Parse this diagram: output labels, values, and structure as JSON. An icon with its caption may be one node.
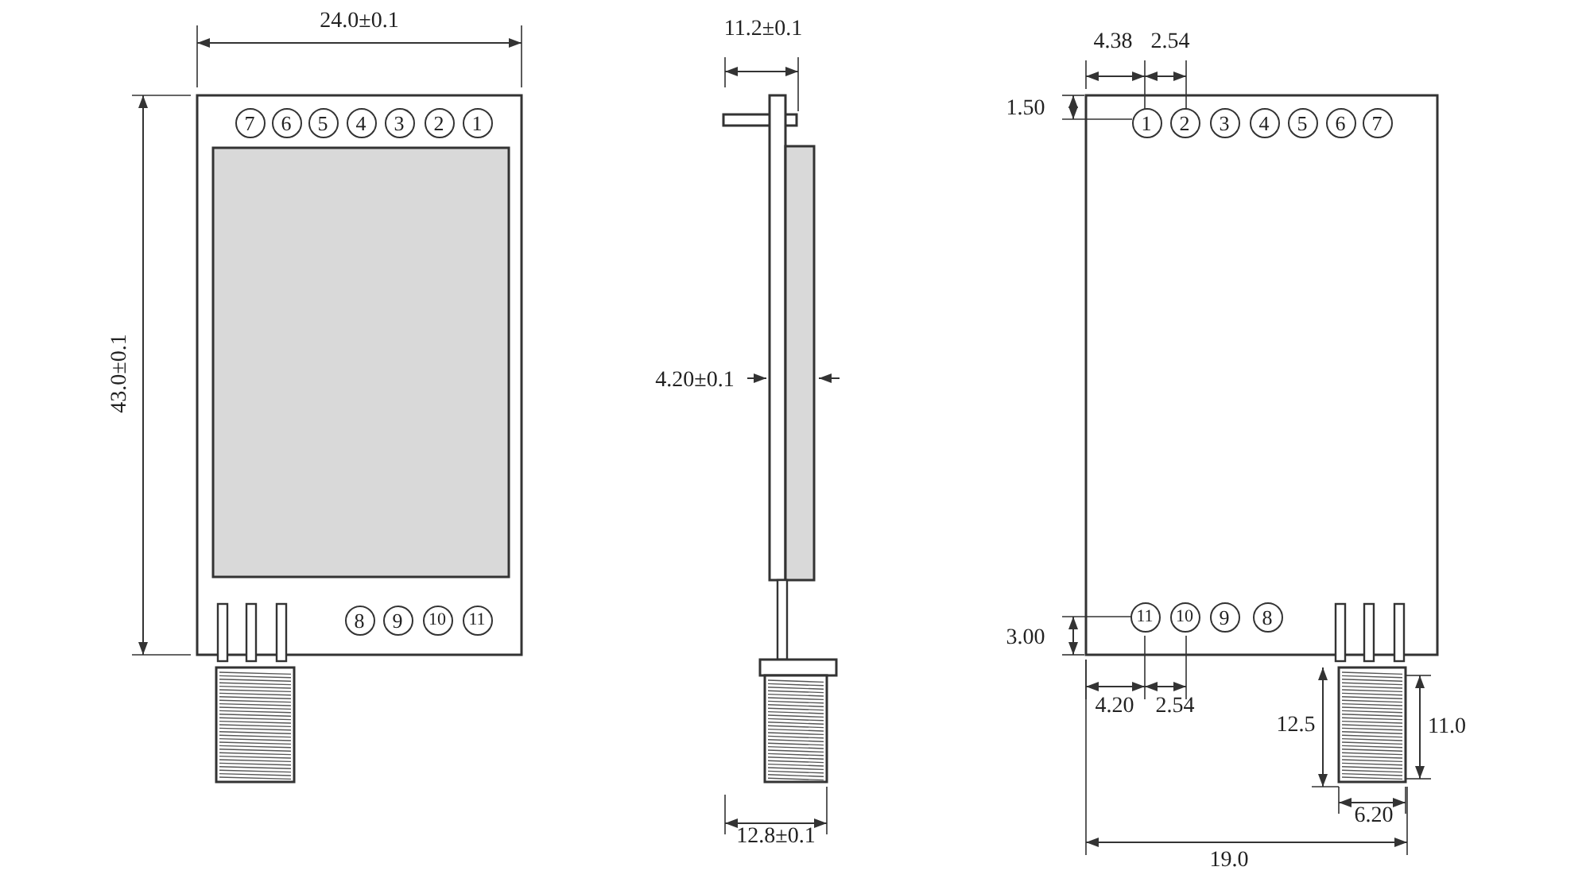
{
  "diagram": {
    "labels": [
      "24.0±0.1",
      "7",
      "6",
      "5",
      "4",
      "3",
      "2",
      "1",
      "43.0±0.1",
      "8",
      "9",
      "10",
      "11",
      "11.2±0.1",
      "4.20±0.1",
      "12.8±0.1",
      "4.38",
      "2.54",
      "1.50",
      "1",
      "2",
      "3",
      "4",
      "5",
      "6",
      "7",
      "11",
      "10",
      "9",
      "8",
      "3.00",
      "4.20",
      "2.54",
      "12.5",
      "11.0",
      "6.20",
      "19.0"
    ]
  }
}
